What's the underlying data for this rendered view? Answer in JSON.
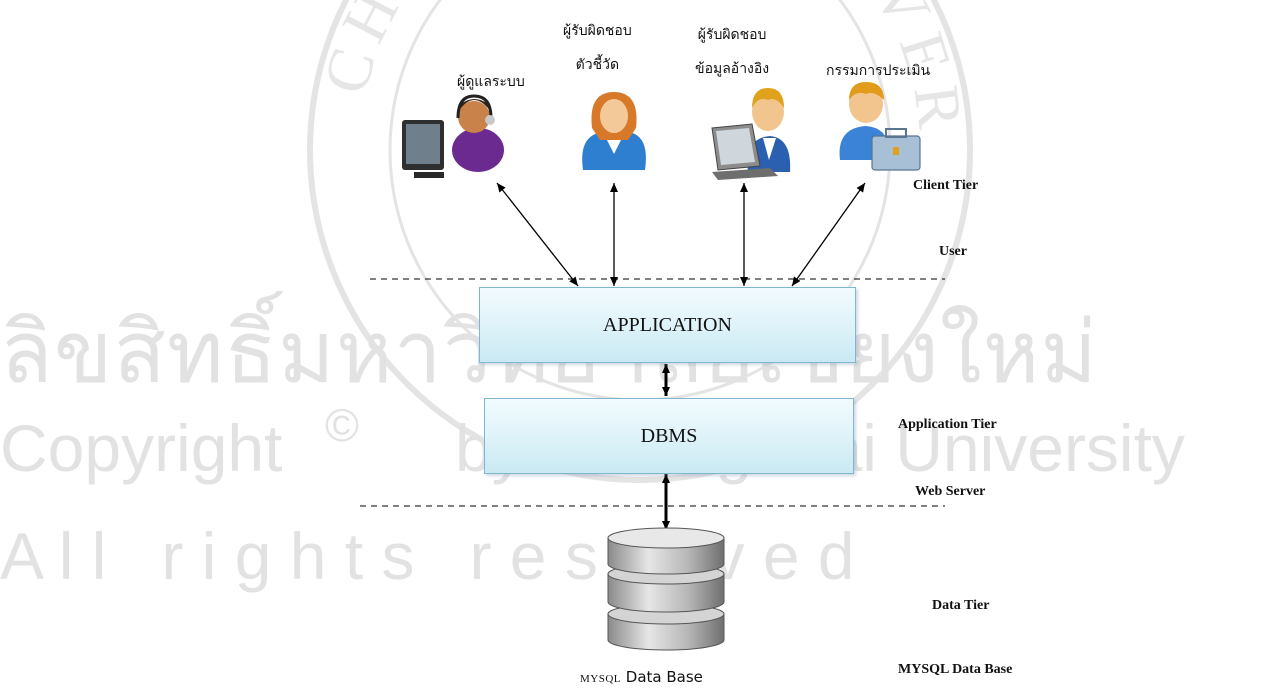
{
  "watermark": {
    "line1": "ลิขสิทธิ์มหาวิทยาลัยเชียงใหม่",
    "line2_left": "Copyright",
    "line2_right": "by Chiang Mai University",
    "line3": "A l l   r i g h t s   r e s e r v e d",
    "seal_text": "CHIANG MAI UNIVERSITY"
  },
  "users": [
    {
      "label_lines": [
        "ผู้ดูแลระบบ"
      ],
      "icon": "admin-headset-computer-icon"
    },
    {
      "label_lines": [
        "ผู้รับผิดชอบ",
        "ตัวชี้วัด"
      ],
      "icon": "woman-user-icon"
    },
    {
      "label_lines": [
        "ผู้รับผิดชอบ",
        "ข้อมูลอ้างอิง"
      ],
      "icon": "man-laptop-icon"
    },
    {
      "label_lines": [
        "กรรมการประเมิน"
      ],
      "icon": "businessman-briefcase-icon"
    }
  ],
  "boxes": {
    "application": "APPLICATION",
    "dbms": "DBMS"
  },
  "tiers": {
    "client": "Client Tier",
    "user": "User",
    "application": "Application Tier",
    "web_server": "Web Server",
    "data": "Data Tier",
    "mysql": "MYSQL Data Base"
  },
  "database": {
    "caption_prefix": "MYSQL",
    "caption_suffix": " Data Base"
  },
  "colors": {
    "box_border": "#7fb7d3",
    "box_fill": "#dff3fa",
    "watermark": "#e2e2e2",
    "arrow": "#000000"
  }
}
